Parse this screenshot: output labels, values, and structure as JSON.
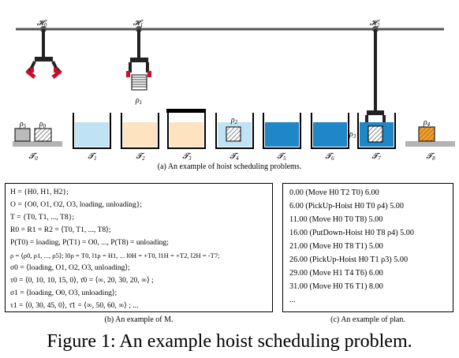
{
  "figure_caption": "Figure 1: An example hoist scheduling problem.",
  "panel_a": {
    "caption": "(a) An example of hoist scheduling problems.",
    "hoists": [
      "H0",
      "H1",
      "H2"
    ],
    "tanks": [
      "T0",
      "T1",
      "T2",
      "T3",
      "T4",
      "T5",
      "T6",
      "T7",
      "T8"
    ],
    "products": [
      "ρ5",
      "ρ0",
      "ρ1",
      "ρ2",
      "ρ3",
      "ρ4"
    ],
    "colors": {
      "gripper_red": "#c8102e",
      "gripper_dark": "#1a1a1a",
      "light_blue": "#bfe3f2",
      "dark_blue": "#1f86c8",
      "orange_liquid": "#fde3c0",
      "product_orange": "#f0a030",
      "grey_platform": "#b3b3b3"
    }
  },
  "panel_b": {
    "caption": "(b) An example of M.",
    "lines": [
      "H = {H0, H1, H2};",
      "O = {O0, O1, O2, O3, loading, unloading};",
      "T = {T0, T1, ..., T8};",
      "R0 = R1 = R2 = ⟨T0, T1, ..., T8⟩;",
      "P(T0) = loading, P(T1) = O0, ..., P(T8) = unloading;",
      "ρ = ⟨ρ0, ρ1, ..., ρ5⟩; l0ρ = T0, l1ρ = H1, ... l0H = +T0, l1H = +T2, l2H = -T7;",
      "σ0 = ⟨loading, O1, O2, O3, unloading⟩;",
      "τ0 = ⟨0, 10, 10, 15, 0⟩, τ̄0 = ⟨∞, 20, 30, 20, ∞⟩ ;",
      "σ1 = ⟨loading, O0, O3, unloading⟩;",
      "τ1 = ⟨0, 30, 45, 0⟩, τ̄1 = ⟨∞, 50, 60, ∞⟩ ; ..."
    ]
  },
  "panel_c": {
    "caption": "(c) An example of plan.",
    "lines": [
      "0.00  (Move H0 T2 T0)  6.00",
      "6.00  (PickUp-Hoist H0 T0 ρ4)  5.00",
      "11.00  (Move H0 T0 T8)  5.00",
      "16.00  (PutDown-Hoist H0 T8 ρ4)  5.00",
      "21.00  (Move H0 T8 T1)  5.00",
      "26.00  (PickUp-Hoist H0 T1 ρ3)  5.00",
      "29.00  (Move H1 T4 T6)  6.00",
      "31.00  (Move H0 T6 T1)  8.00",
      "..."
    ]
  }
}
